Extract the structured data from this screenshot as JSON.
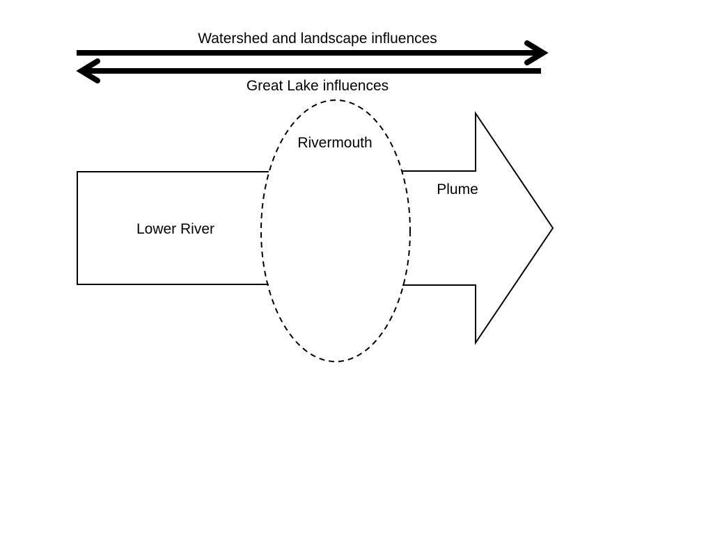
{
  "diagram": {
    "top_arrow_label": "Watershed and landscape influences",
    "bottom_arrow_label": "Great Lake influences",
    "rivermouth_label": "Rivermouth",
    "lower_river_label": "Lower River",
    "plume_label": "Plume"
  },
  "colors": {
    "stroke": "#000000",
    "background": "#ffffff"
  }
}
